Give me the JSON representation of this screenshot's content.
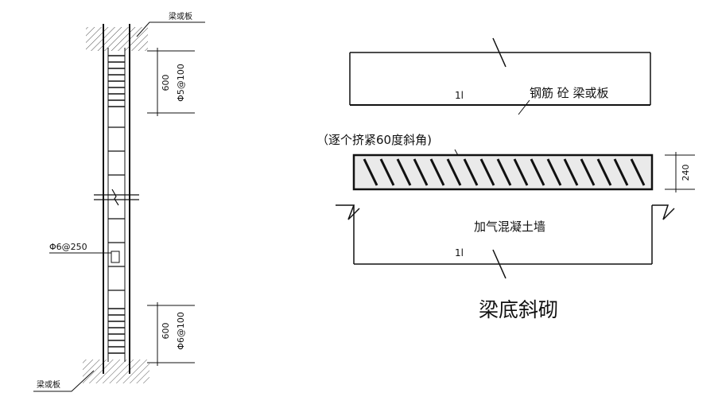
{
  "left_section": {
    "top_label": "梁或板",
    "bottom_label": "梁或板",
    "top_dimension": "600",
    "top_rebar": "Φ5@100",
    "bottom_dimension": "600",
    "bottom_rebar": "Φ6@100",
    "middle_rebar": "Φ6@250"
  },
  "right_section": {
    "slab_label": "钢筋 砼 梁或板",
    "upper_thickness_mark": "1l",
    "lower_thickness_mark": "1l",
    "brick_note": "（逐个挤紧60度斜角)",
    "height_dimension": "240",
    "wall_label": "加气混凝土墙",
    "title": "梁底斜砌"
  }
}
